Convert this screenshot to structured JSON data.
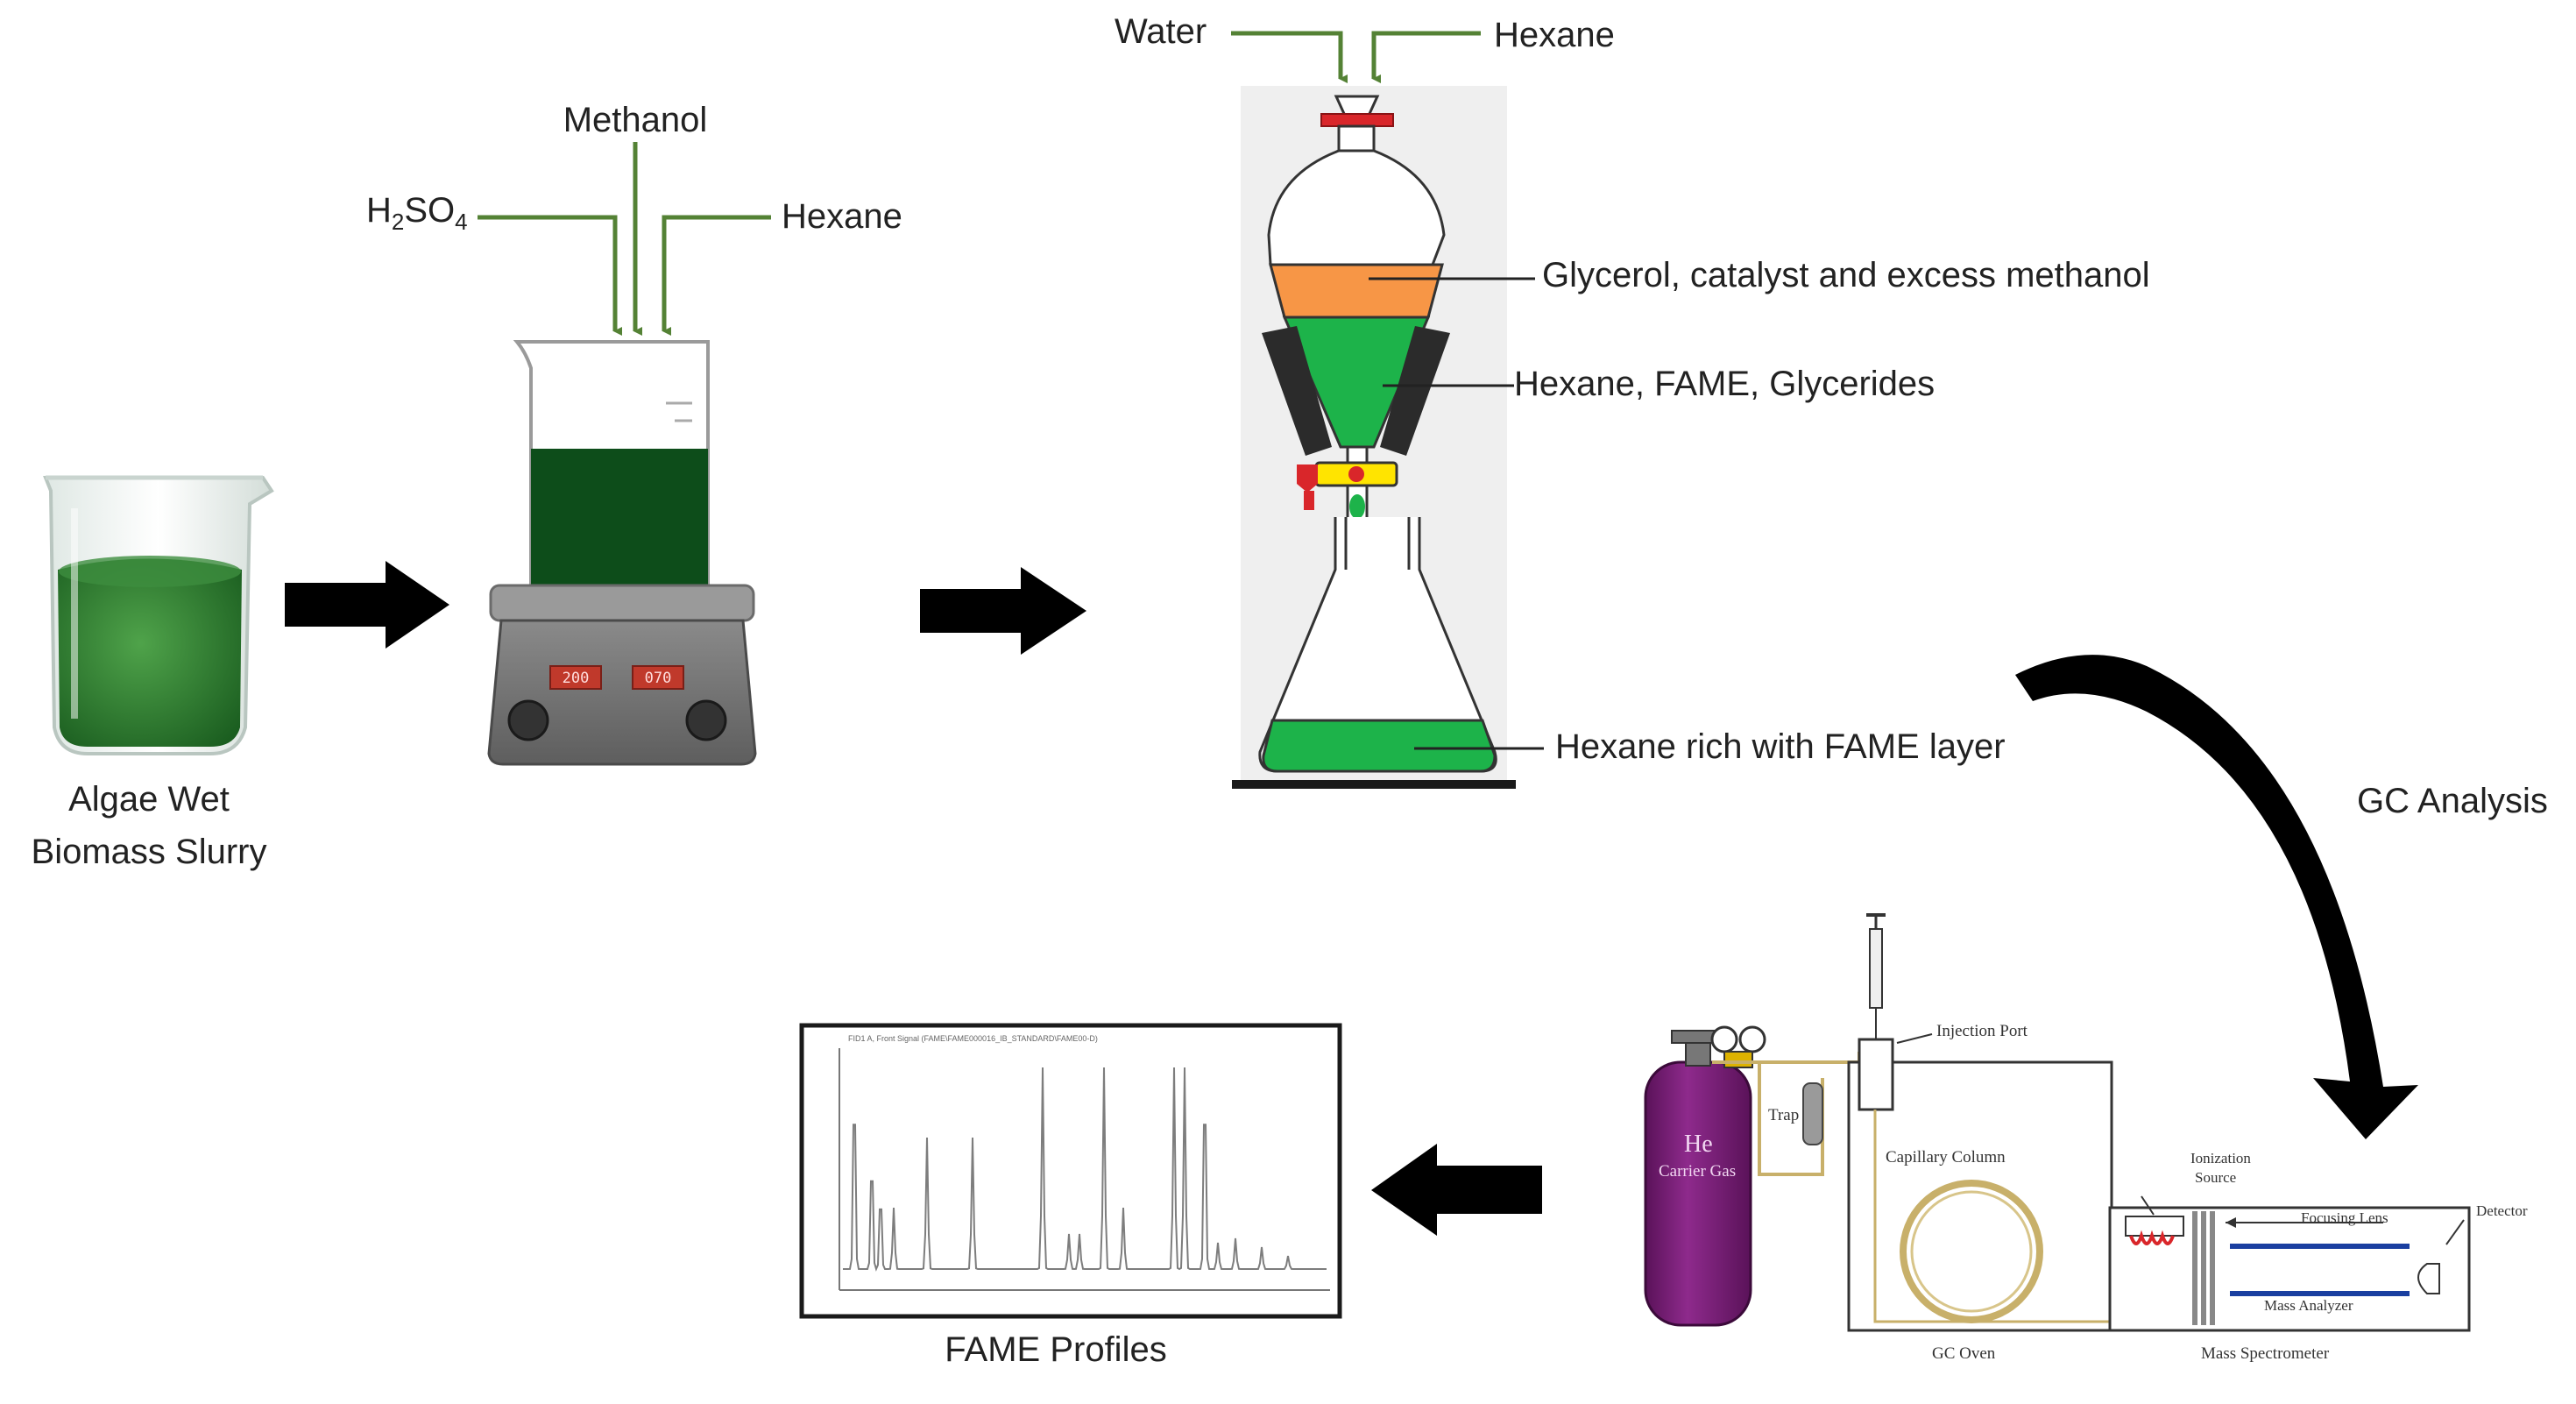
{
  "labels": {
    "algae_line1": "Algae Wet",
    "algae_line2": "Biomass Slurry",
    "methanol": "Methanol",
    "h2so4_main": "H",
    "h2so4_sub1": "2",
    "h2so4_mid": "SO",
    "h2so4_sub2": "4",
    "hexane_reactor": "Hexane",
    "water": "Water",
    "hexane_funnel": "Hexane",
    "glycerol_layer": "Glycerol, catalyst and excess methanol",
    "hexane_fame_layer": "Hexane, FAME, Glycerides",
    "hexane_rich": "Hexane rich with FAME layer",
    "gc_analysis": "GC Analysis",
    "fame_profiles": "FAME Profiles"
  },
  "hotplate": {
    "display_left": "200",
    "display_right": "070"
  },
  "gcms": {
    "injection_port": "Injection Port",
    "trap": "Trap",
    "capillary_column": "Capillary Column",
    "gc_oven": "GC Oven",
    "he": "He",
    "carrier_gas": "Carrier Gas",
    "ionization_source_1": "Ionization",
    "ionization_source_2": "Source",
    "focusing_lens": "Focusing Lens",
    "detector": "Detector",
    "mass_analyzer": "Mass Analyzer",
    "mass_spectrometer": "Mass Spectrometer"
  },
  "chromatogram": {
    "header": "FID1 A, Front Signal (FAME\\FAME000016_IB_STANDARD\\FAME00-D)"
  },
  "colors": {
    "arrow_green": "#548235",
    "arrow_black": "#000000",
    "algae_green": "#2f7d32",
    "reactor_liquid": "#0d4d1a",
    "funnel_green": "#1db34a",
    "glycerol_orange": "#f79646",
    "cylinder_purple": "#7b1e7a"
  }
}
